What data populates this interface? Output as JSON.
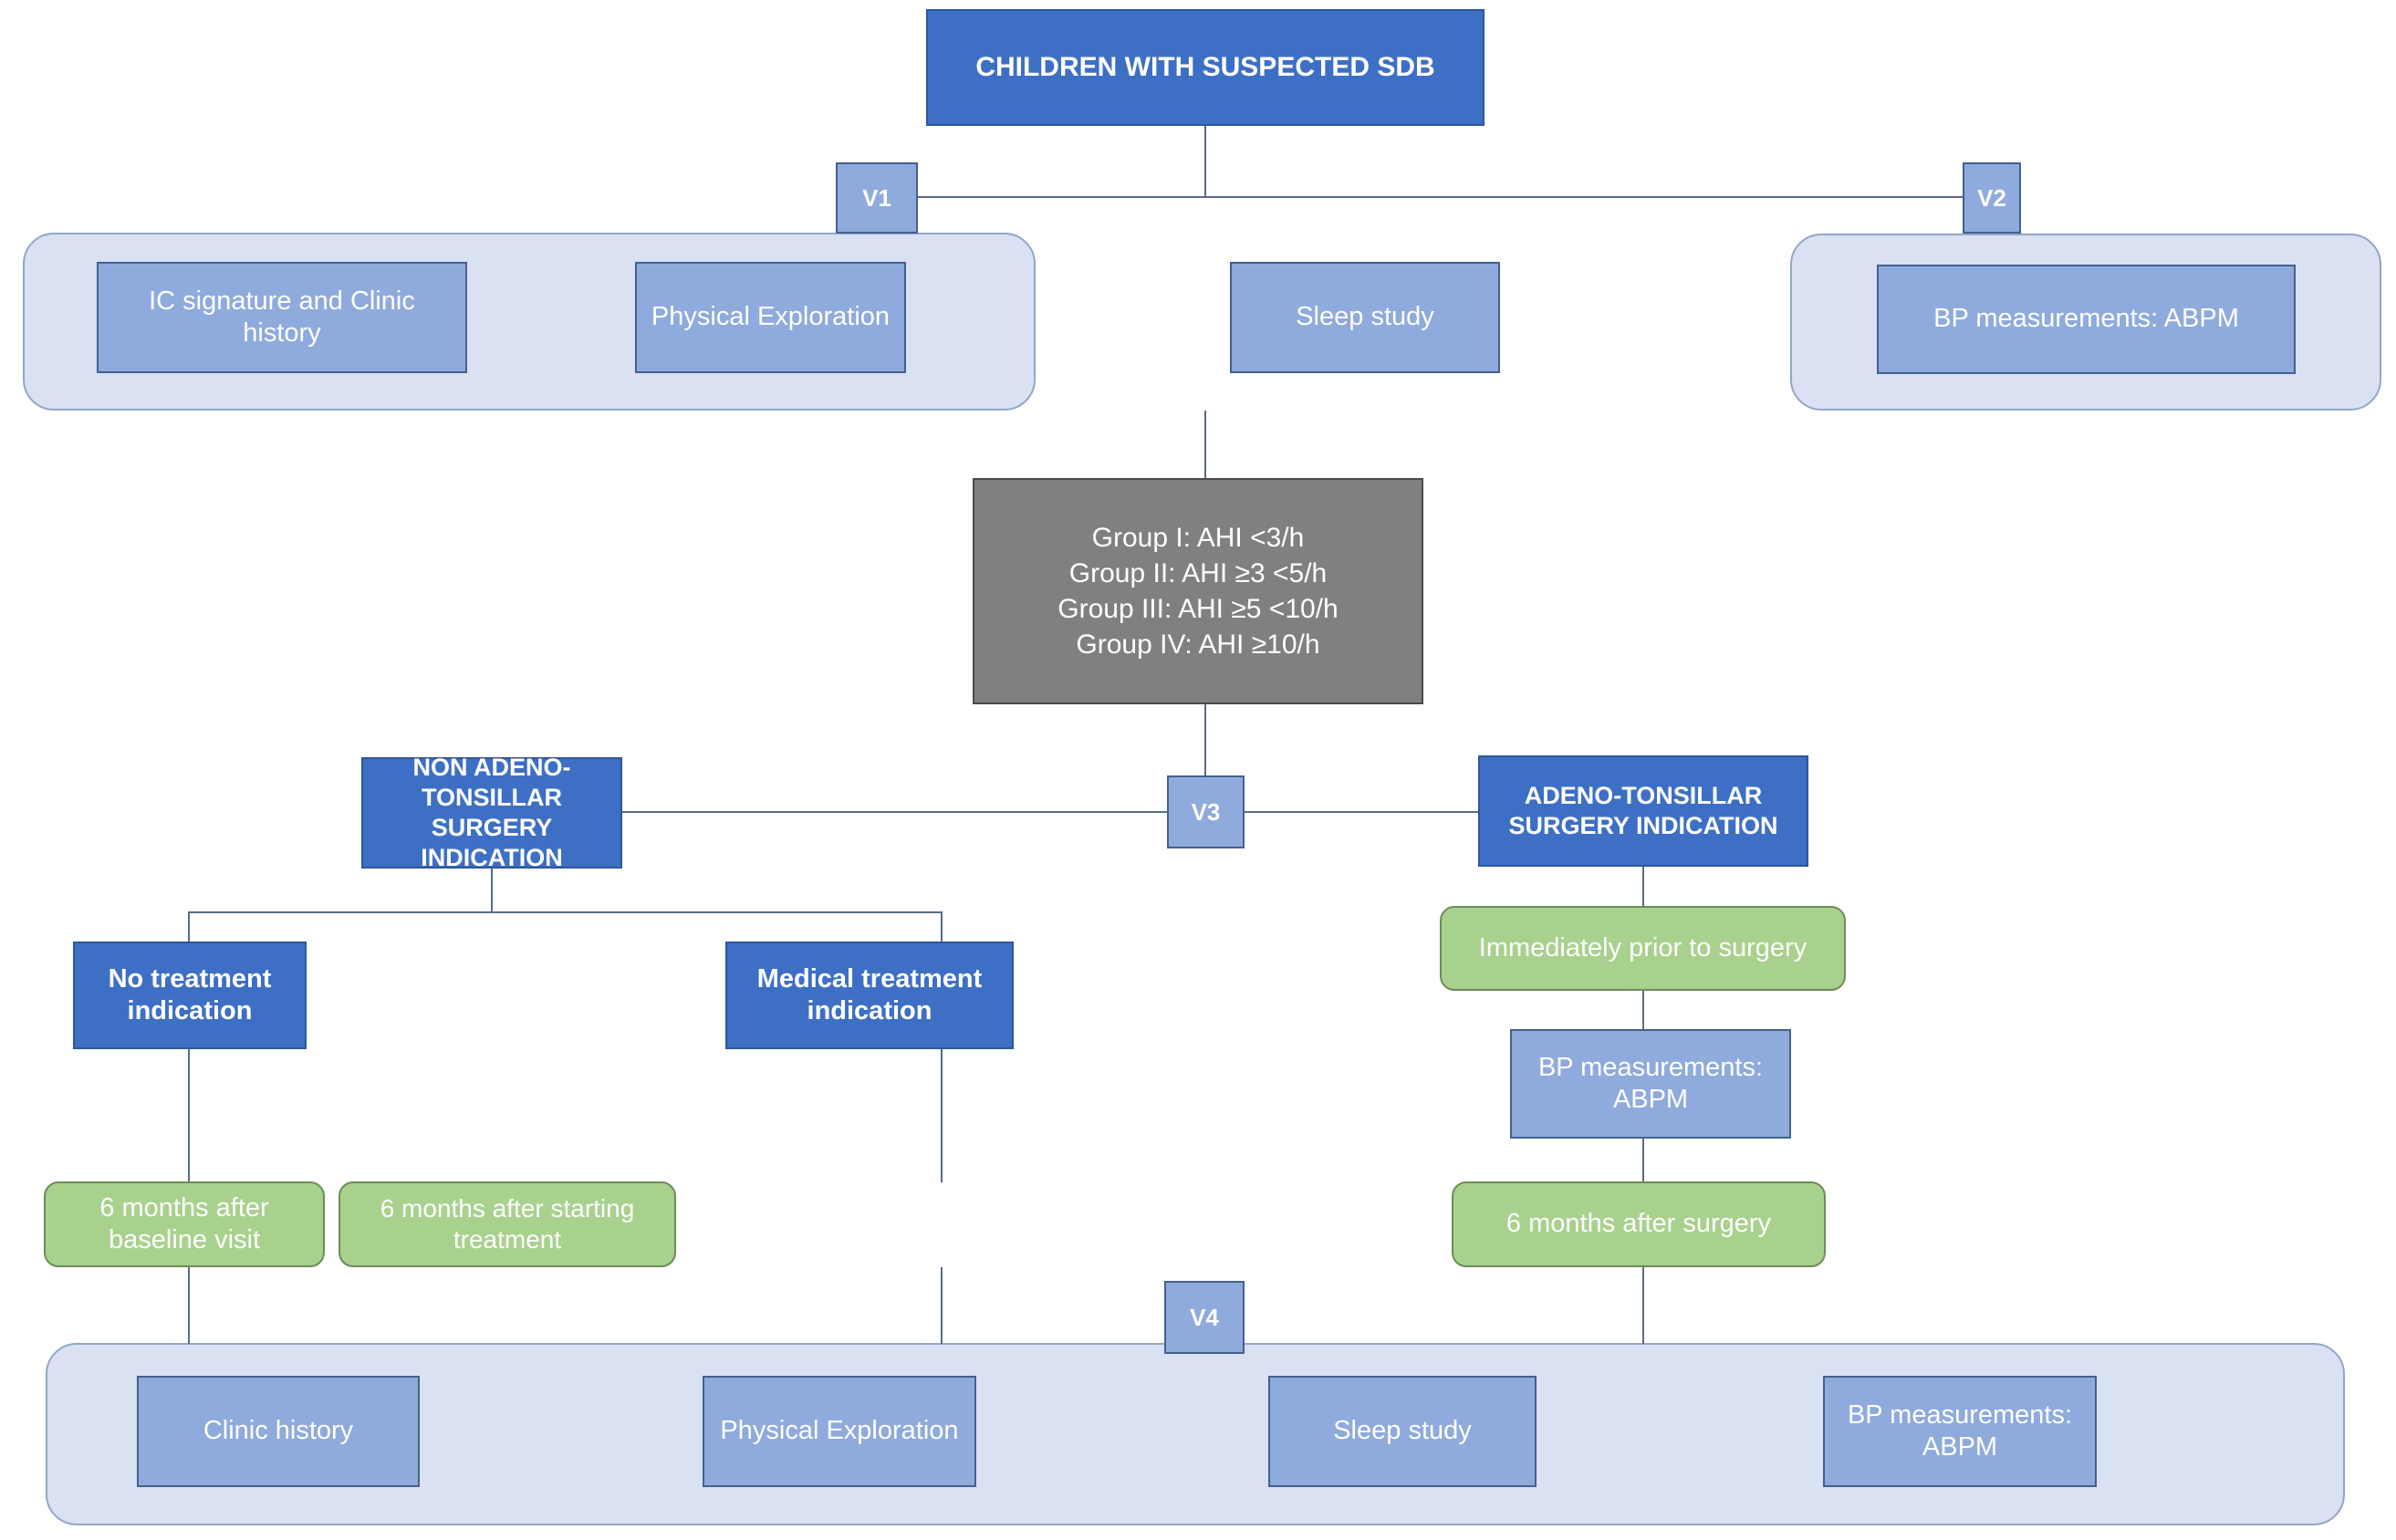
{
  "diagram": {
    "title": "Children with suspected SDB study flowchart",
    "colors": {
      "dark_blue": "#3D6FC4",
      "mid_blue": "#8FAADC",
      "light_blue_container": "#D9E1F2",
      "gray": "#808080",
      "green": "#A9D18E",
      "connector": "#5A6B86"
    }
  },
  "root": {
    "label": "CHILDREN WITH SUSPECTED SDB"
  },
  "visits": {
    "v1": "V1",
    "v2": "V2",
    "v3": "V3",
    "v4": "V4"
  },
  "baseline_group": {
    "items": [
      {
        "label": "IC signature and Clinic history"
      },
      {
        "label": "Physical Exploration"
      },
      {
        "label": "Sleep study"
      }
    ]
  },
  "baseline_bp_group": {
    "items": [
      {
        "label": "BP measurements: ABPM"
      }
    ]
  },
  "classification": {
    "lines": [
      "Group I: AHI <3/h",
      "Group II: AHI ≥3 <5/h",
      "Group III: AHI ≥5 <10/h",
      "Group IV: AHI ≥10/h"
    ],
    "text": "Group I: AHI <3/h\nGroup II: AHI ≥3 <5/h\nGroup III: AHI ≥5 <10/h\nGroup IV: AHI ≥10/h"
  },
  "branches": {
    "left": {
      "label": "NON ADENO-TONSILLAR SURGERY INDICATION"
    },
    "right": {
      "label": "ADENO-TONSILLAR SURGERY INDICATION"
    }
  },
  "left_children": [
    {
      "label": "No treatment indication"
    },
    {
      "label": "Medical treatment indication"
    }
  ],
  "right_path": {
    "prior_surgery": {
      "label": "Immediately prior to surgery"
    },
    "bp": {
      "label": "BP measurements: ABPM"
    },
    "followup": {
      "label": "6 months after surgery"
    }
  },
  "followups": [
    {
      "label": "6 months after baseline visit"
    },
    {
      "label": "6 months after starting treatment"
    }
  ],
  "final_group": {
    "items": [
      {
        "label": "Clinic history"
      },
      {
        "label": "Physical Exploration"
      },
      {
        "label": "Sleep study"
      },
      {
        "label": "BP measurements: ABPM"
      }
    ]
  }
}
